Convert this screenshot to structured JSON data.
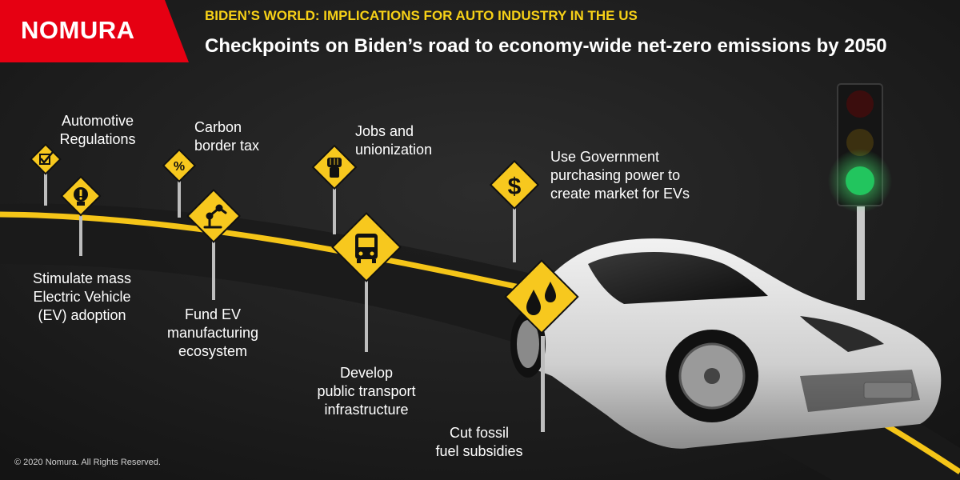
{
  "brand": {
    "logo_text": "NOMURA",
    "color": "#e60012"
  },
  "header": {
    "kicker": "BIDEN’S WORLD: IMPLICATIONS FOR AUTO INDUSTRY IN THE US",
    "title": "Checkpoints on Biden’s road to economy-wide net-zero emissions by 2050"
  },
  "colors": {
    "road_line": "#f5c518",
    "sign_yellow": "#f7c81e",
    "asphalt": "#222222",
    "go_green": "#22c55e"
  },
  "checkpoints": [
    {
      "label": "Automotive\nRegulations",
      "icon": "checkbox-icon"
    },
    {
      "label": "Stimulate mass\nElectric Vehicle\n(EV) adoption",
      "icon": "exclamation-bulb-icon"
    },
    {
      "label": "Carbon\nborder tax",
      "icon": "percent-icon"
    },
    {
      "label": "Fund EV\nmanufacturing\necosystem",
      "icon": "robot-arm-icon"
    },
    {
      "label": "Jobs and\nunionization",
      "icon": "raised-fist-icon"
    },
    {
      "label": "Develop\npublic transport\ninfrastructure",
      "icon": "bus-icon"
    },
    {
      "label": "Use Government\npurchasing power to\ncreate market for EVs",
      "icon": "dollar-icon"
    },
    {
      "label": "Cut fossil\nfuel subsidies",
      "icon": "oil-drops-icon"
    }
  ],
  "traffic_light": {
    "active": "green"
  },
  "footer": {
    "copyright": "© 2020 Nomura. All Rights Reserved."
  }
}
